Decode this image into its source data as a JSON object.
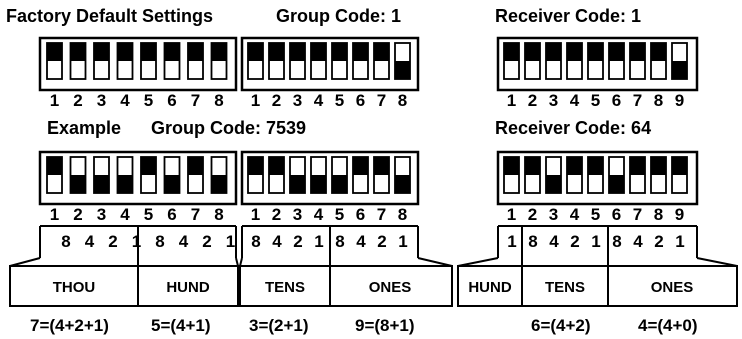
{
  "headings": {
    "factory": "Factory Default Settings",
    "group_default": "Group Code: 1",
    "receiver_default": "Receiver Code: 1",
    "example": "Example",
    "group_example": "Group Code: 7539",
    "receiver_example": "Receiver Code: 64"
  },
  "switch_banks": [
    {
      "id": "factory-group-1",
      "labels": [
        "1",
        "2",
        "3",
        "4",
        "5",
        "6",
        "7",
        "8"
      ],
      "on": [
        1,
        1,
        1,
        1,
        1,
        1,
        1,
        1
      ]
    },
    {
      "id": "factory-group-2",
      "labels": [
        "1",
        "2",
        "3",
        "4",
        "5",
        "6",
        "7",
        "8"
      ],
      "on": [
        1,
        1,
        1,
        1,
        1,
        1,
        1,
        0
      ]
    },
    {
      "id": "factory-receiver",
      "labels": [
        "1",
        "2",
        "3",
        "4",
        "5",
        "6",
        "7",
        "8",
        "9"
      ],
      "on": [
        1,
        1,
        1,
        1,
        1,
        1,
        1,
        1,
        0
      ]
    },
    {
      "id": "example-group-1",
      "labels": [
        "1",
        "2",
        "3",
        "4",
        "5",
        "6",
        "7",
        "8"
      ],
      "on": [
        1,
        0,
        0,
        0,
        1,
        0,
        1,
        0
      ]
    },
    {
      "id": "example-group-2",
      "labels": [
        "1",
        "2",
        "3",
        "4",
        "5",
        "6",
        "7",
        "8"
      ],
      "on": [
        1,
        1,
        0,
        0,
        0,
        1,
        1,
        0
      ]
    },
    {
      "id": "example-receiver",
      "labels": [
        "1",
        "2",
        "3",
        "4",
        "5",
        "6",
        "7",
        "8",
        "9"
      ],
      "on": [
        1,
        1,
        0,
        1,
        1,
        0,
        1,
        1,
        1
      ]
    }
  ],
  "weights": {
    "group_1": [
      "8",
      "4",
      "2",
      "1",
      "8",
      "4",
      "2",
      "1"
    ],
    "group_2": [
      "8",
      "4",
      "2",
      "1",
      "8",
      "4",
      "2",
      "1"
    ],
    "receiver": [
      "1",
      "8",
      "4",
      "2",
      "1",
      "8",
      "4",
      "2",
      "1"
    ]
  },
  "groups": {
    "group_1": [
      "THOU",
      "HUND"
    ],
    "group_2": [
      "TENS",
      "ONES"
    ],
    "receiver": [
      "HUND",
      "TENS",
      "ONES"
    ]
  },
  "formulas": {
    "thou": "7=(4+2+1)",
    "hund": "5=(4+1)",
    "tens": "3=(2+1)",
    "ones": "9=(8+1)",
    "rx_tens": "6=(4+2)",
    "rx_ones": "4=(4+0)"
  },
  "colors": {
    "ink": "#000000",
    "paper": "#ffffff"
  }
}
